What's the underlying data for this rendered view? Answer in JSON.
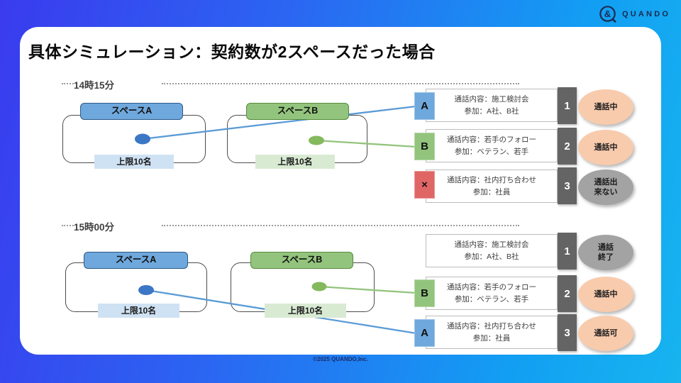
{
  "brand": {
    "logo_text": "QUANDO",
    "logo_icon": "ampersand-circle-icon",
    "logo_color": "#1d2b50",
    "footer_text": "©2025 QUANDO,Inc."
  },
  "title": "具体シミュレーション：契約数が2スペースだった場合",
  "colors": {
    "background_gradient_start": "#3a3bee",
    "background_gradient_end": "#17b4ef",
    "space_a_fill": "#6FA8DC",
    "space_a_light": "#CFE2F3",
    "space_a_dot": "#3b77c5",
    "space_b_fill": "#93C47D",
    "space_b_light": "#D9EAD3",
    "space_b_dot": "#84b95e",
    "badge_unavailable_fill": "#E06666",
    "number_box_fill": "#646464",
    "status_active_fill": "#F8CBAD",
    "status_inactive_fill": "#A3A3A3"
  },
  "sections": [
    {
      "time": "14時15分",
      "spaces": [
        {
          "name": "スペースA",
          "capacity": "上限10名"
        },
        {
          "name": "スペースB",
          "capacity": "上限10名"
        }
      ],
      "rows": [
        {
          "badge": "A",
          "line1": "通話内容：施工検討会",
          "line2": "参加：A社、B社",
          "number": "1",
          "status_line1": "通話中",
          "status_line2": ""
        },
        {
          "badge": "B",
          "line1": "通話内容：若手のフォロー",
          "line2": "参加：ベテラン、若手",
          "number": "2",
          "status_line1": "通話中",
          "status_line2": ""
        },
        {
          "badge": "×",
          "line1": "通話内容：社内打ち合わせ",
          "line2": "参加：社員",
          "number": "3",
          "status_line1": "通話出",
          "status_line2": "来ない"
        }
      ]
    },
    {
      "time": "15時00分",
      "spaces": [
        {
          "name": "スペースA",
          "capacity": "上限10名"
        },
        {
          "name": "スペースB",
          "capacity": "上限10名"
        }
      ],
      "rows": [
        {
          "badge": "",
          "line1": "通話内容：施工検討会",
          "line2": "参加：A社、B社",
          "number": "1",
          "status_line1": "通話",
          "status_line2": "終了"
        },
        {
          "badge": "B",
          "line1": "通話内容：若手のフォロー",
          "line2": "参加：ベテラン、若手",
          "number": "2",
          "status_line1": "通話中",
          "status_line2": ""
        },
        {
          "badge": "A",
          "line1": "通話内容：社内打ち合わせ",
          "line2": "参加：社員",
          "number": "3",
          "status_line1": "通話可",
          "status_line2": ""
        }
      ]
    }
  ]
}
